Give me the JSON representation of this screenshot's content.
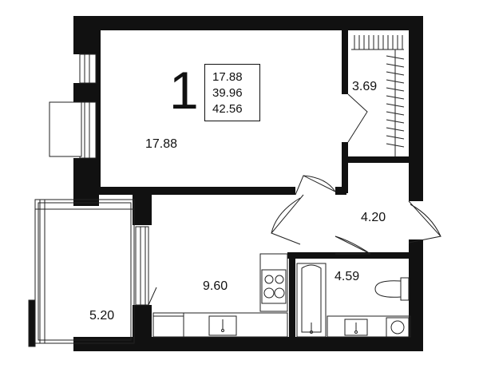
{
  "plan": {
    "apartment_number": "1",
    "summary": {
      "living_area": "17.88",
      "total_area": "39.96",
      "total_with_balcony": "42.56"
    },
    "rooms": {
      "living_room": "17.88",
      "closet": "3.69",
      "hall": "4.20",
      "kitchen": "9.60",
      "bathroom": "4.59",
      "balcony": "5.20"
    },
    "colors": {
      "wall": "#111111",
      "line": "#222222",
      "background": "#ffffff"
    }
  }
}
